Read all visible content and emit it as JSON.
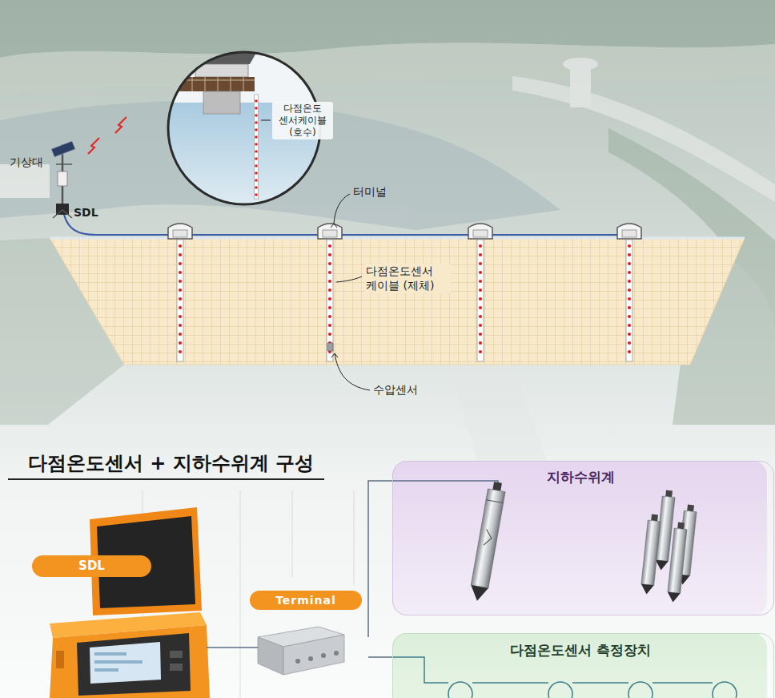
{
  "diagram": {
    "title": "다점온도센서 + 지하수위계 구성",
    "nodes": [
      {
        "text": [
          "SDL"
        ]
      },
      {
        "text": [
          "Terminal"
        ]
      },
      {
        "text": [
          "지하수위계"
        ]
      },
      {
        "text": [
          "다점온도센서 측정장치"
        ]
      }
    ],
    "edges": [
      {
        "from": 0,
        "to": 1,
        "arrow": "none"
      },
      {
        "from": 1,
        "to": 2,
        "arrow": "none"
      },
      {
        "from": 1,
        "to": 3,
        "arrow": "none"
      }
    ],
    "labels": [
      "기상대",
      "SDL",
      "다점온도 센서케이블 (호수)",
      "터미널",
      "다점온도센서 케이블 (제체)",
      "수압센서"
    ]
  }
}
